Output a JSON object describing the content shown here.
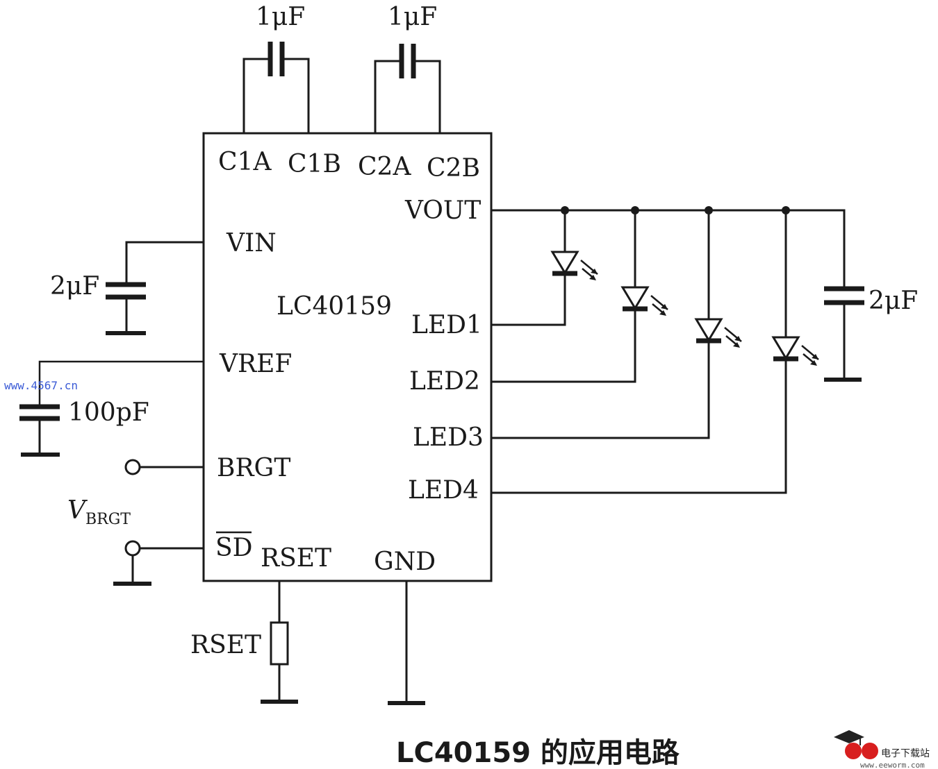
{
  "ic": {
    "name": "LC40159",
    "pins": {
      "c1a": "C1A",
      "c1b": "C1B",
      "c2a": "C2A",
      "c2b": "C2B",
      "vout": "VOUT",
      "vin": "VIN",
      "vref": "VREF",
      "brgt": "BRGT",
      "sd": "SD",
      "rset": "RSET",
      "gnd": "GND",
      "led1": "LED1",
      "led2": "LED2",
      "led3": "LED3",
      "led4": "LED4"
    }
  },
  "components": {
    "c1_value": "1μF",
    "c2_value": "1μF",
    "cin_value": "2μF",
    "cref_value": "100pF",
    "cout_value": "2μF",
    "rset_label": "RSET",
    "vbrgt_main": "V",
    "vbrgt_sub": "BRGT"
  },
  "caption": "LC40159 的应用电路",
  "watermark": "www.4567.cn",
  "logo": {
    "text": "电子下载站",
    "url": "www.eeworm.com"
  }
}
